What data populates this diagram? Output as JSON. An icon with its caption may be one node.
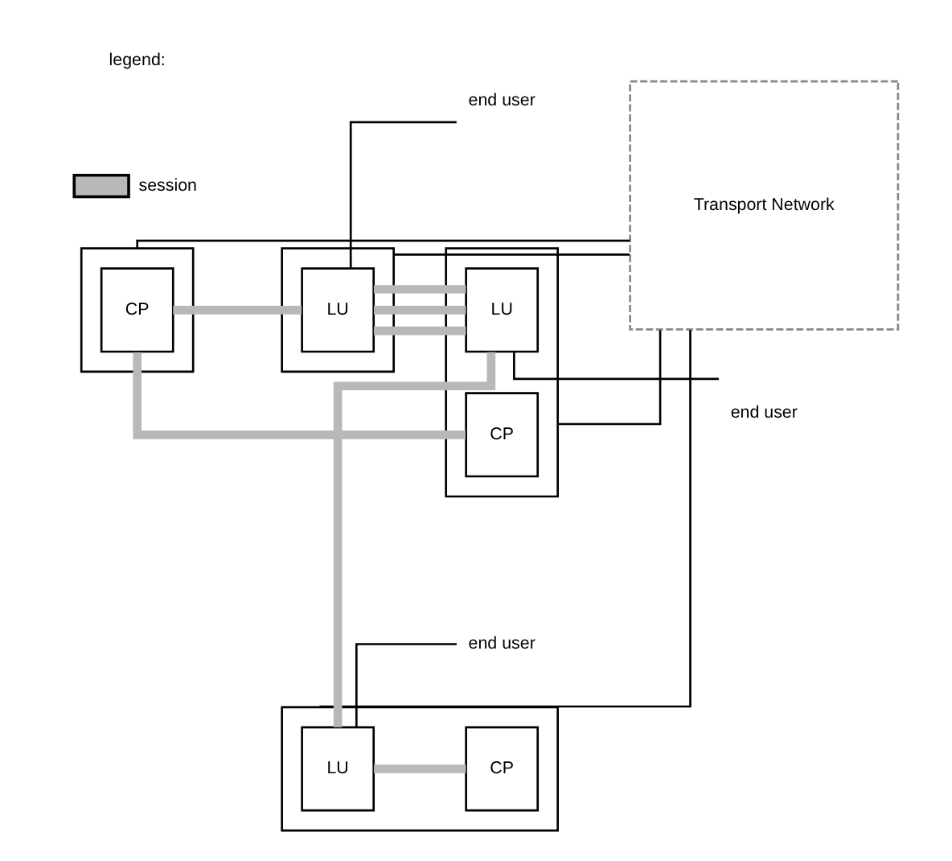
{
  "diagram": {
    "nodes": [
      {
        "text": [],
        "shape": "box"
      },
      {
        "text": [
          "CP"
        ],
        "in": 0
      },
      {
        "text": [
          "Transport Network"
        ]
      },
      {
        "text": [],
        "shape": "box"
      },
      {
        "text": [
          "CP"
        ],
        "in": 3
      },
      {
        "text": [],
        "shape": "box"
      },
      {
        "text": [
          "LU"
        ],
        "in": 5
      },
      {
        "text": [
          "LU"
        ],
        "in": 3
      },
      {
        "text": [
          "end user"
        ]
      },
      {
        "text": [
          "end user"
        ]
      },
      {
        "text": [],
        "shape": "box"
      },
      {
        "text": [
          "LU"
        ],
        "in": 10
      },
      {
        "text": [
          "CP"
        ],
        "in": 10
      },
      {
        "text": [
          "end user"
        ]
      }
    ],
    "edges": [
      {
        "from": 1,
        "to": 4,
        "arrow": "none",
        "style": "thick",
        "color": "#b8b8b8"
      },
      {
        "from": 1,
        "to": 6,
        "arrow": "none",
        "style": "thick",
        "color": "#b8b8b8"
      },
      {
        "from": 6,
        "to": 7,
        "arrow": "none",
        "style": "thick",
        "color": "#b8b8b8"
      },
      {
        "from": 6,
        "to": 7,
        "arrow": "none",
        "style": "thick",
        "color": "#b8b8b8"
      },
      {
        "from": 6,
        "to": 7,
        "arrow": "none",
        "style": "thick",
        "color": "#b8b8b8"
      },
      {
        "from": 11,
        "to": 7,
        "arrow": "none",
        "style": "thick",
        "color": "#b8b8b8"
      },
      {
        "from": 11,
        "to": 12,
        "arrow": "none",
        "style": "thick",
        "color": "#b8b8b8"
      },
      {
        "from": 0,
        "to": 2,
        "arrow": "none",
        "color": "#000000"
      },
      {
        "from": 5,
        "to": 2,
        "arrow": "none",
        "color": "#000000"
      },
      {
        "from": 3,
        "to": 2,
        "arrow": "none",
        "color": "#000000"
      },
      {
        "from": 10,
        "to": 2,
        "arrow": "none",
        "color": "#000000"
      },
      {
        "from": 6,
        "to": 8,
        "arrow": "none",
        "color": "#000000"
      },
      {
        "from": 7,
        "to": 9,
        "arrow": "none",
        "color": "#000000"
      },
      {
        "from": 11,
        "to": 13,
        "arrow": "none",
        "color": "#000000"
      }
    ],
    "labels": [
      "legend:"
    ],
    "legend": [
      {
        "text": "session"
      }
    ]
  }
}
